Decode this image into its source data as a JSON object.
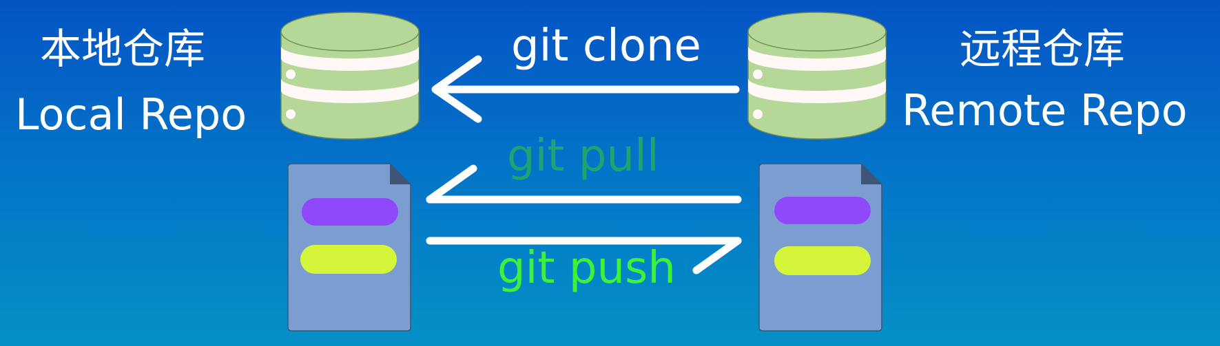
{
  "local": {
    "title_cn": "本地仓库",
    "title_en": "Local Repo"
  },
  "remote": {
    "title_cn": "远程仓库",
    "title_en": "Remote Repo"
  },
  "commands": {
    "clone": "git clone",
    "pull": "git pull",
    "push": "git push"
  },
  "colors": {
    "background_top": "#0454c4",
    "background_bottom": "#0491c6",
    "database": "#b5d898",
    "database_stripe": "#fff8f6",
    "document": "#7b9dd0",
    "document_fold": "#3e5577",
    "bar_purple": "#8f49fb",
    "bar_lime": "#d5f53a",
    "arrow": "#ffffff",
    "pull_text": "#1fa371",
    "push_text": "#3ef13a",
    "clone_text": "#ffffff"
  },
  "icons": [
    "database-icon",
    "document-icon",
    "arrow-left-icon",
    "arrow-right-icon"
  ]
}
